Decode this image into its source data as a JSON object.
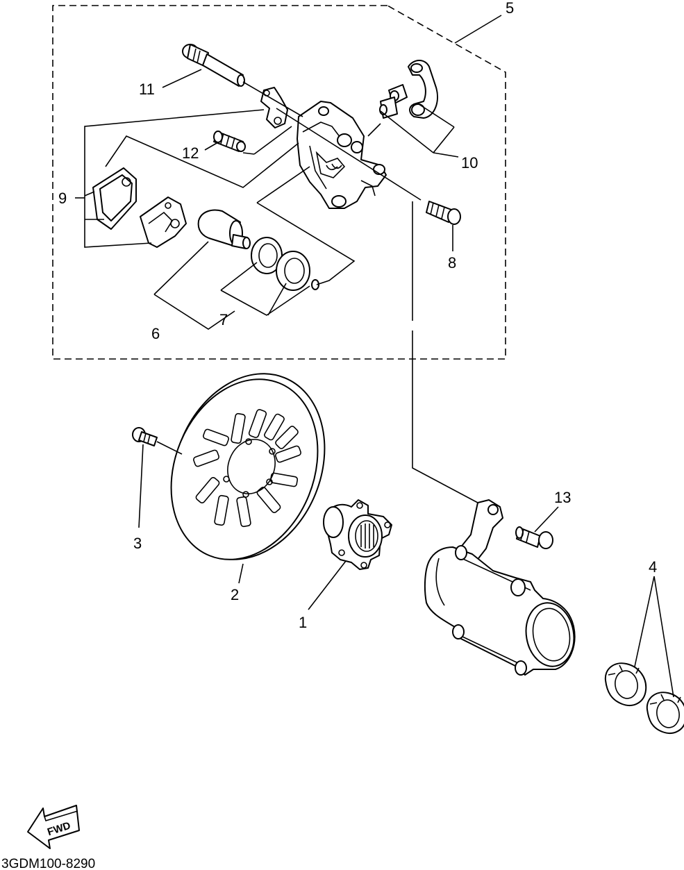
{
  "callouts": {
    "c1": "1",
    "c2": "2",
    "c3": "3",
    "c4": "4",
    "c5": "5",
    "c6": "6",
    "c7": "7",
    "c8": "8",
    "c9": "9",
    "c10": "10",
    "c11": "11",
    "c12": "12",
    "c13": "13"
  },
  "fwd_label": "FWD",
  "diagram_code": "3GDM100-8290"
}
